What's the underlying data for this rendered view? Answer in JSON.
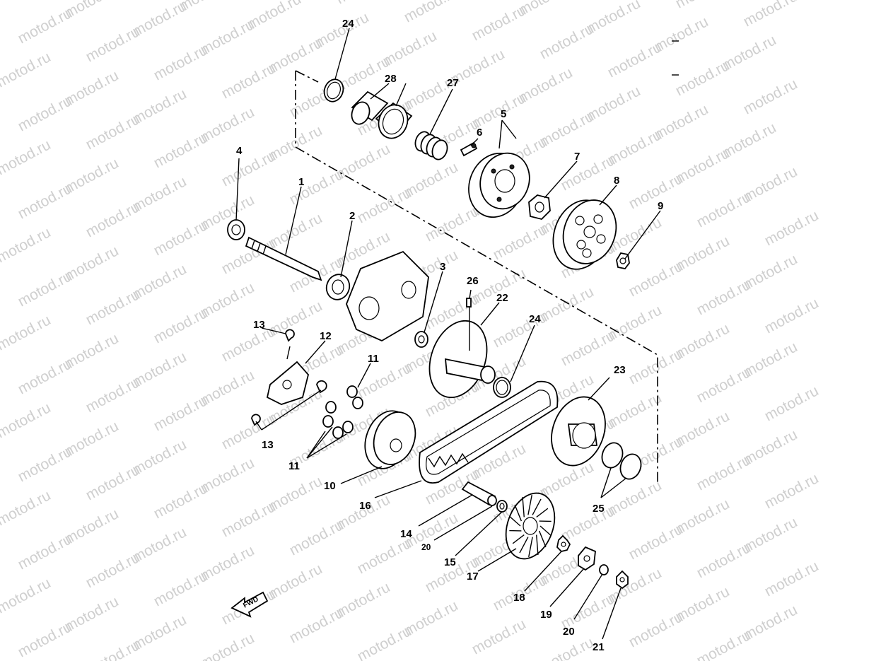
{
  "watermark": "motod.ru",
  "fwd_label": "FWD",
  "callouts": {
    "c1": "1",
    "c2": "2",
    "c3": "3",
    "c4": "4",
    "c5": "5",
    "c6": "6",
    "c7": "7",
    "c8": "8",
    "c9": "9",
    "c10": "10",
    "c11a": "11",
    "c11b": "11",
    "c12": "12",
    "c13a": "13",
    "c13b": "13",
    "c14": "14",
    "c15": "15",
    "c16": "16",
    "c17": "17",
    "c18": "18",
    "c19": "19",
    "c20a": "20",
    "c20b": "20",
    "c21": "21",
    "c22": "22",
    "c23": "23",
    "c24a": "24",
    "c24b": "24",
    "c25": "25",
    "c26": "26",
    "c27": "27",
    "c28": "28"
  }
}
